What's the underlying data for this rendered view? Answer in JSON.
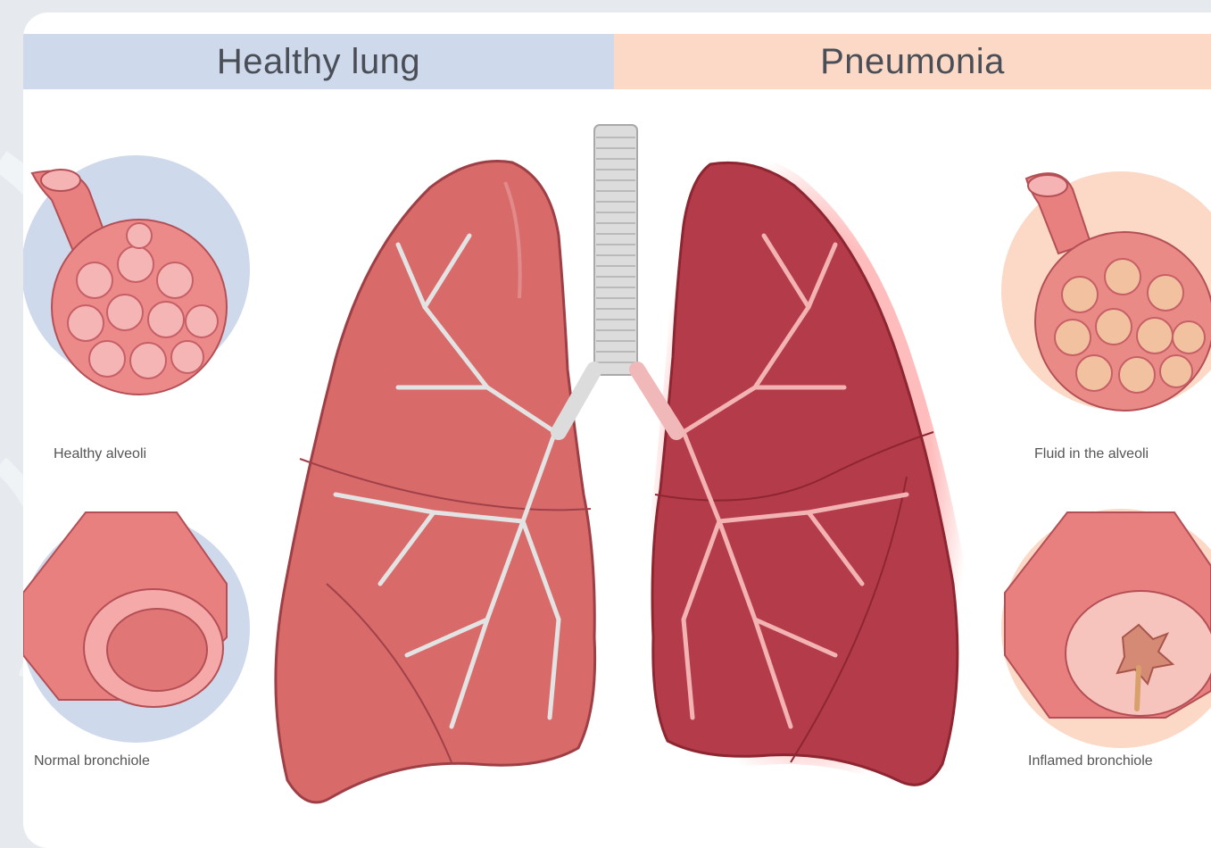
{
  "headers": {
    "left": "Healthy lung",
    "right": "Pneumonia"
  },
  "captions": {
    "healthy_alveoli": "Healthy alveoli",
    "normal_bronchiole": "Normal bronchiole",
    "fluid_alveoli": "Fluid in the alveoli",
    "inflamed_bronchiole": "Inflamed bronchiole"
  },
  "colors": {
    "healthy_panel": "#cfd9ec",
    "pneumonia_panel": "#fbd9c6",
    "healthy_tissue": "#d96a6a",
    "inflamed_tissue": "#b63a48",
    "airway": "#d9d9d9"
  }
}
